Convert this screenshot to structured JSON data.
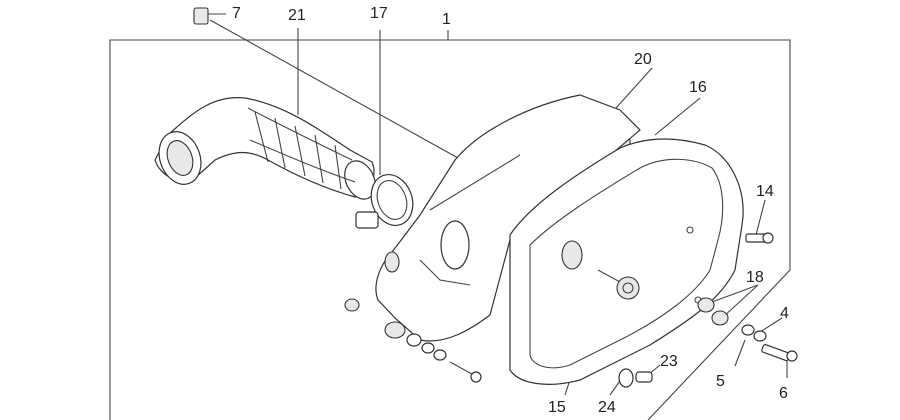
{
  "callouts": [
    {
      "id": "c1",
      "text": "1"
    },
    {
      "id": "c4",
      "text": "4"
    },
    {
      "id": "c5",
      "text": "5"
    },
    {
      "id": "c6",
      "text": "6"
    },
    {
      "id": "c7",
      "text": "7"
    },
    {
      "id": "c14",
      "text": "14"
    },
    {
      "id": "c15",
      "text": "15"
    },
    {
      "id": "c16",
      "text": "16"
    },
    {
      "id": "c17",
      "text": "17"
    },
    {
      "id": "c18",
      "text": "18"
    },
    {
      "id": "c20",
      "text": "20"
    },
    {
      "id": "c21",
      "text": "21"
    },
    {
      "id": "c23",
      "text": "23"
    },
    {
      "id": "c24",
      "text": "24"
    }
  ]
}
